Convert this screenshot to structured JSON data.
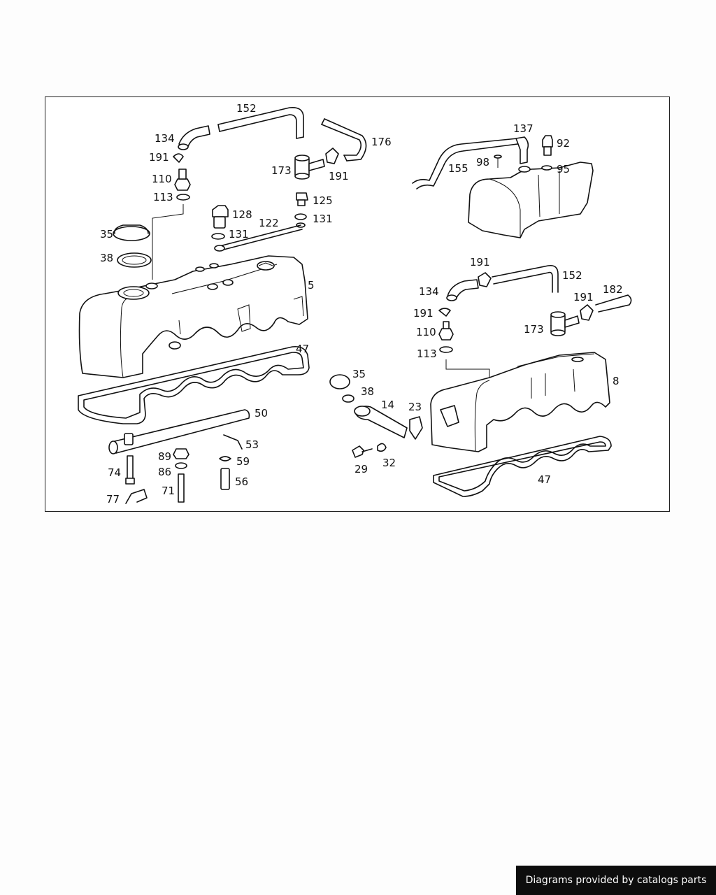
{
  "credit": "Diagrams provided by catalogs parts",
  "callouts": {
    "left": [
      "152",
      "134",
      "176",
      "191",
      "173",
      "191",
      "110",
      "113",
      "125",
      "128",
      "122",
      "131",
      "131",
      "35",
      "38",
      "5",
      "47",
      "50",
      "53",
      "89",
      "74",
      "86",
      "59",
      "56",
      "71",
      "77"
    ],
    "right_top": [
      "137",
      "92",
      "98",
      "155",
      "95"
    ],
    "right_bottom": [
      "191",
      "152",
      "134",
      "182",
      "191",
      "191",
      "173",
      "110",
      "113",
      "8",
      "35",
      "38",
      "14",
      "23",
      "29",
      "32",
      "47"
    ]
  }
}
